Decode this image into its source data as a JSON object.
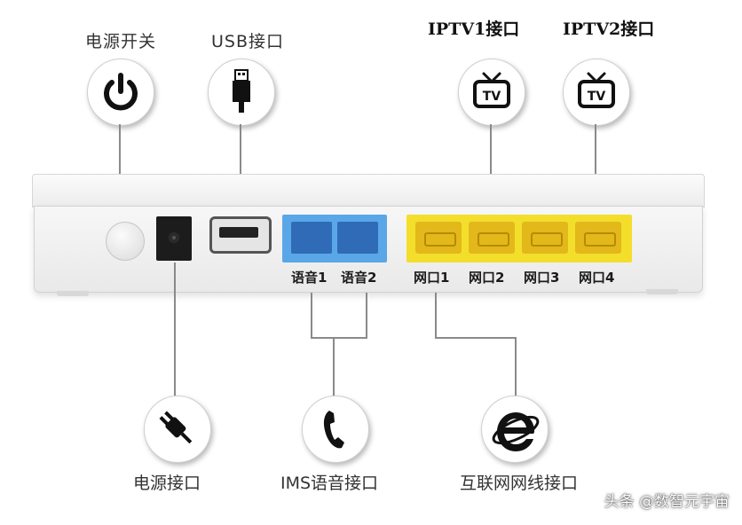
{
  "top_labels": {
    "power_switch": "电源开关",
    "usb": "USB接口",
    "iptv1": "IPTV1接口",
    "iptv2": "IPTV2接口"
  },
  "port_labels": {
    "voice1": "语音1",
    "voice2": "语音2",
    "lan1": "网口1",
    "lan2": "网口2",
    "lan3": "网口3",
    "lan4": "网口4"
  },
  "bottom_labels": {
    "power_port": "电源接口",
    "ims_voice": "IMS语音接口",
    "internet": "互联网网线接口"
  },
  "icons": {
    "tv_text": "TV",
    "power": "power-icon",
    "usb": "usb-icon",
    "plug": "plug-icon",
    "phone": "phone-icon",
    "ie": "internet-explorer-icon"
  },
  "watermark": "头条 @数智元宇宙",
  "colors": {
    "voice_ports": "#5aa7e8",
    "lan_ports": "#f4de2c",
    "router_body": "#f2f2f2"
  }
}
